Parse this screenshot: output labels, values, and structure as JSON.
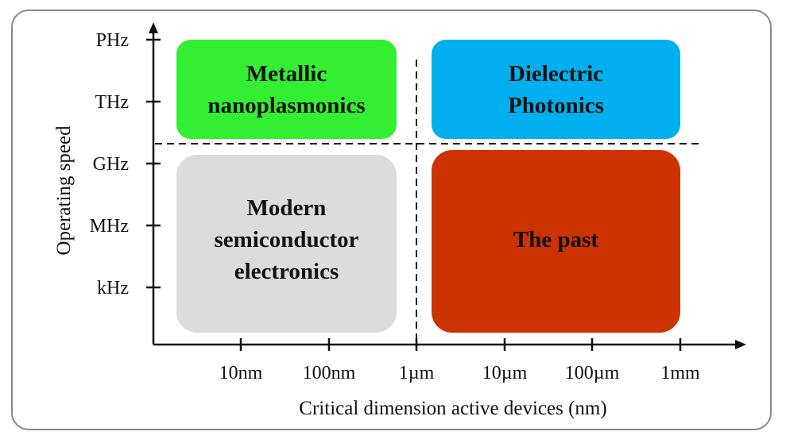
{
  "y_axis": {
    "title": "Operating speed",
    "ticks": [
      "PHz",
      "THz",
      "GHz",
      "MHz",
      "kHz"
    ]
  },
  "x_axis": {
    "title": "Critical dimension active devices (nm)",
    "ticks": [
      "10nm",
      "100nm",
      "1µm",
      "10µm",
      "100µm",
      "1mm"
    ]
  },
  "regions": [
    {
      "id": "metallic",
      "label": "Metallic\nnanoplasmonics",
      "color": "#33ee33"
    },
    {
      "id": "dielectric",
      "label": "Dielectric\nPhotonics",
      "color": "#00b0ee"
    },
    {
      "id": "modern",
      "label": "Modern\nsemiconductor\nelectronics",
      "color": "#dcdcdc"
    },
    {
      "id": "past",
      "label": "The past",
      "color": "#cc3300"
    }
  ]
}
